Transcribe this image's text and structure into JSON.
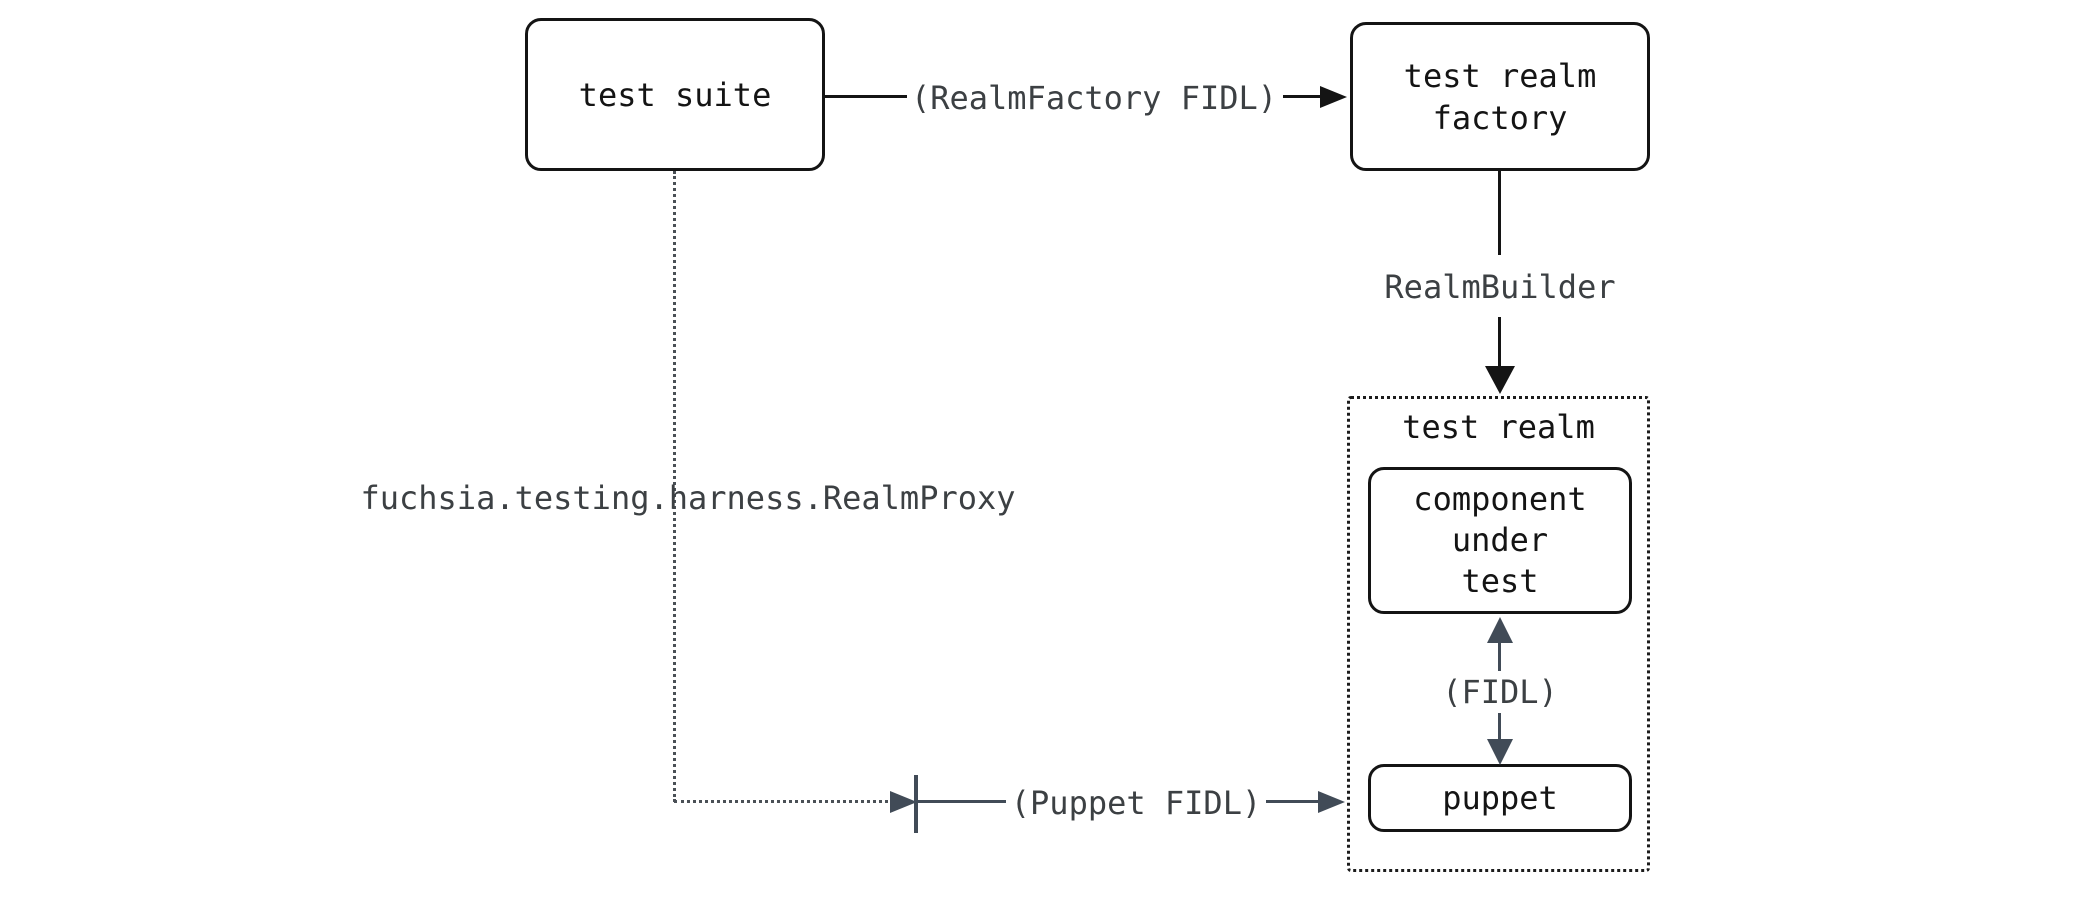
{
  "diagram": {
    "title": "test realm factory architecture",
    "colors": {
      "background": "#ffffff",
      "node_border": "#141414",
      "node_text": "#141414",
      "black_connector": "#141414",
      "slate_connector": "#414b57",
      "edge_label_text": "#3c4043"
    },
    "nodes": {
      "test_suite": {
        "label": "test suite"
      },
      "test_realm_factory": {
        "lines": {
          "0": "test realm",
          "1": "factory"
        }
      },
      "test_realm": {
        "label": "test realm"
      },
      "component_under_test": {
        "lines": {
          "0": "component",
          "1": "under",
          "2": "test"
        }
      },
      "puppet": {
        "label": "puppet"
      }
    },
    "edges": {
      "realm_factory_fidl": {
        "label": "(RealmFactory FIDL)",
        "from": "test suite",
        "to": "test realm factory",
        "style": "solid-black-arrow"
      },
      "realm_builder": {
        "label": "RealmBuilder",
        "from": "test realm factory",
        "to": "test realm",
        "style": "solid-black-arrow"
      },
      "realm_proxy": {
        "label": "fuchsia.testing.harness.RealmProxy",
        "from": "test suite",
        "to": "puppet fidl boundary",
        "style": "dotted-slate-arrow"
      },
      "puppet_fidl": {
        "label": "(Puppet FIDL)",
        "from": "proxy boundary",
        "to": "puppet",
        "style": "solid-slate-arrow"
      },
      "fidl": {
        "label": "(FIDL)",
        "from": "component under test",
        "to": "puppet",
        "style": "double-slate-arrow"
      }
    }
  }
}
